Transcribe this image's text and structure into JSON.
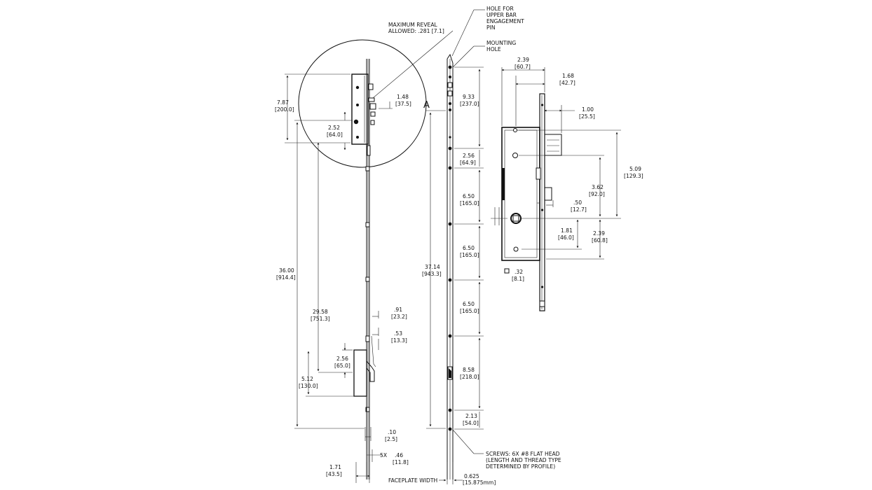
{
  "callouts": {
    "max_reveal_line1": "MAXIMUM REVEAL",
    "max_reveal_line2": "ALLOWED: .281 [7.1]",
    "upper_hole_line1": "HOLE FOR",
    "upper_hole_line2": "UPPER BAR",
    "upper_hole_line3": "ENGAGEMENT",
    "upper_hole_line4": "PIN",
    "mounting_hole_line1": "MOUNTING",
    "mounting_hole_line2": "HOLE",
    "screws_line1": "SCREWS: 6X #8 FLAT HEAD",
    "screws_line2": "(LENGTH AND THREAD TYPE",
    "screws_line3": "DETERMINED BY PROFILE)",
    "faceplate_width": "FACEPLATE WIDTH",
    "faceplate_in": "0.625",
    "faceplate_mm": "[15.875mm]",
    "detail_letter": "A"
  },
  "left_view": {
    "d_7_87": {
      "in": "7.87",
      "mm": "[200.0]"
    },
    "d_1_48": {
      "in": "1.48",
      "mm": "[37.5]"
    },
    "d_2_52": {
      "in": "2.52",
      "mm": "[64.0]"
    },
    "d_36_00": {
      "in": "36.00",
      "mm": "[914.4]"
    },
    "d_29_58": {
      "in": "29.58",
      "mm": "[751.3]"
    },
    "d_0_91": {
      "in": ".91",
      "mm": "[23.2]"
    },
    "d_0_53": {
      "in": ".53",
      "mm": "[13.3]"
    },
    "d_2_56": {
      "in": "2.56",
      "mm": "[65.0]"
    },
    "d_5_12": {
      "in": "5.12",
      "mm": "[130.0]"
    },
    "d_0_10": {
      "in": ".10",
      "mm": "[2.5]"
    },
    "d_5x": "5X",
    "d_0_46": {
      "in": ".46",
      "mm": "[11.8]"
    },
    "d_1_71": {
      "in": "1.71",
      "mm": "[43.5]"
    }
  },
  "middle_view": {
    "d_37_14": {
      "in": "37.14",
      "mm": "[943.3]"
    },
    "d_9_33": {
      "in": "9.33",
      "mm": "[237.0]"
    },
    "d_2_56": {
      "in": "2.56",
      "mm": "[64.9]"
    },
    "d_6_50a": {
      "in": "6.50",
      "mm": "[165.0]"
    },
    "d_6_50b": {
      "in": "6.50",
      "mm": "[165.0]"
    },
    "d_6_50c": {
      "in": "6.50",
      "mm": "[165.0]"
    },
    "d_8_58": {
      "in": "8.58",
      "mm": "[218.0]"
    },
    "d_2_13": {
      "in": "2.13",
      "mm": "[54.0]"
    }
  },
  "right_view": {
    "d_2_39_top": {
      "in": "2.39",
      "mm": "[60.7]"
    },
    "d_1_68": {
      "in": "1.68",
      "mm": "[42.7]"
    },
    "d_1_00": {
      "in": "1.00",
      "mm": "[25.5]"
    },
    "d_5_09": {
      "in": "5.09",
      "mm": "[129.3]"
    },
    "d_3_62": {
      "in": "3.62",
      "mm": "[92.0]"
    },
    "d_0_50": {
      "in": ".50",
      "mm": "[12.7]"
    },
    "d_1_81": {
      "in": "1.81",
      "mm": "[46.0]"
    },
    "d_2_39_side": {
      "in": "2.39",
      "mm": "[60.8]"
    },
    "d_0_32": {
      "in": ".32",
      "mm": "[8.1]"
    }
  }
}
